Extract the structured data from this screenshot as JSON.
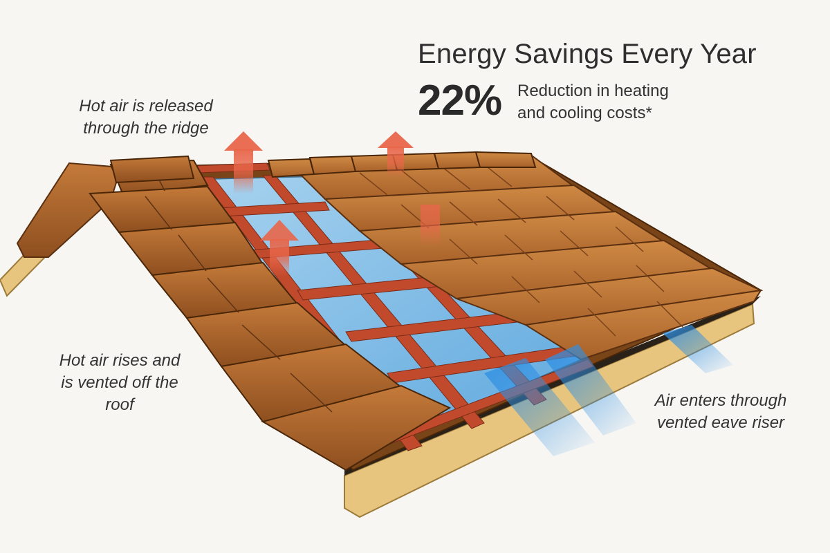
{
  "headline": {
    "title": "Energy Savings Every Year",
    "stat_value": "22%",
    "stat_line1": "Reduction in heating",
    "stat_line2": "and cooling costs*"
  },
  "callouts": {
    "ridge": {
      "line1": "Hot air is released",
      "line2": "through the ridge"
    },
    "rises": {
      "line1": "Hot air rises and",
      "line2": "is vented off the",
      "line3": "roof"
    },
    "eave": {
      "line1": "Air enters through",
      "line2": "vented eave riser"
    }
  },
  "colors": {
    "background": "#f7f6f3",
    "tile": "#a8622a",
    "tile_dark": "#6e3c15",
    "batten": "#c24a2c",
    "underlay": "#8ec1e6",
    "hot_air_arrow": "#e8664a",
    "cool_air_stream": "#3c9be6",
    "fascia": "#e7c57f"
  },
  "icons": {
    "hot_air": "up-arrow-icon",
    "cool_air": "airflow-stream"
  }
}
